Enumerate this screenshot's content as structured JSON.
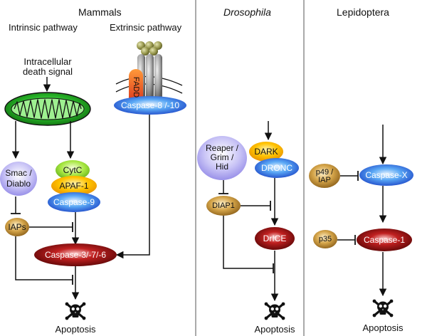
{
  "columns": {
    "mammals": "Mammals",
    "drosophila": "Drosophila",
    "lepidoptera": "Lepidoptera"
  },
  "pathways": {
    "intrinsic": "Intrinsic pathway",
    "extrinsic": "Extrinsic pathway"
  },
  "mammal_labels": {
    "death_signal_1": "Intracellular",
    "death_signal_2": "death signal",
    "fadd": "FADD",
    "caspase_8_10": "Caspase-8 /-10",
    "smac_1": "Smac /",
    "smac_2": "Diablo",
    "cytc": "CytC",
    "apaf1": "APAF-1",
    "caspase_9": "Caspase-9",
    "iaps": "IAPs",
    "caspase_3_7_6": "Caspase-3/-7/-6",
    "apoptosis": "Apoptosis"
  },
  "drosophila_labels": {
    "rhg_1": "Reaper /",
    "rhg_2": "Grim /",
    "rhg_3": "Hid",
    "dark": "DARK",
    "dronc": "DRONC",
    "diap1": "DIAP1",
    "drice": "DrICE",
    "apoptosis": "Apoptosis"
  },
  "lepidoptera_labels": {
    "p49_1": "p49 /",
    "p49_2": "IAP",
    "caspase_x": "Caspase-X",
    "p35": "p35",
    "caspase_1": "Caspase-1",
    "apoptosis": "Apoptosis"
  },
  "colors": {
    "mito_green": "#22aa22",
    "blue_caspase": "#2b6fe0",
    "dark_red_caspase": "#8a0f0f",
    "gold_inhibitor": "#b8862a",
    "lavender": "#a9a3ee",
    "orange": "#f2a300",
    "lime": "#8fdc2a",
    "fadd_red": "#e8501e",
    "receptor_grey": "#8e8e8e",
    "receptor_olive": "#8a8a3c"
  },
  "icons": [
    "mitochondrion-icon",
    "death-receptor-icon",
    "membrane-icon",
    "skull-crossbones-icon"
  ]
}
